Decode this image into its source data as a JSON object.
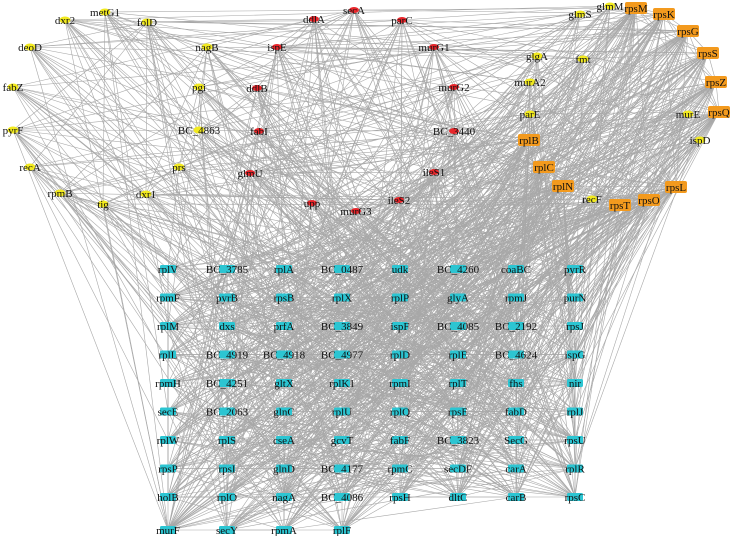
{
  "colors": {
    "yellow": "#f2ea1f",
    "red": "#e8252a",
    "orange": "#f39a1e",
    "cyan": "#2cc5d2",
    "edge": "#a8a8a8"
  },
  "nodes": [
    {
      "id": "dxr2",
      "color": "yellow"
    },
    {
      "id": "metG1",
      "color": "yellow"
    },
    {
      "id": "folD",
      "color": "yellow"
    },
    {
      "id": "deoD",
      "color": "yellow"
    },
    {
      "id": "nagB",
      "color": "yellow"
    },
    {
      "id": "fabZ",
      "color": "yellow"
    },
    {
      "id": "pgi",
      "color": "yellow"
    },
    {
      "id": "pyrF",
      "color": "yellow"
    },
    {
      "id": "BC_4863",
      "color": "yellow"
    },
    {
      "id": "recA",
      "color": "yellow"
    },
    {
      "id": "prs",
      "color": "yellow"
    },
    {
      "id": "rpmB",
      "color": "yellow"
    },
    {
      "id": "tig",
      "color": "yellow"
    },
    {
      "id": "dxr1",
      "color": "yellow"
    },
    {
      "id": "glmS",
      "color": "yellow"
    },
    {
      "id": "glmM",
      "color": "yellow"
    },
    {
      "id": "fmt",
      "color": "yellow"
    },
    {
      "id": "glgA",
      "color": "yellow"
    },
    {
      "id": "murA2",
      "color": "yellow"
    },
    {
      "id": "parE",
      "color": "yellow"
    },
    {
      "id": "murE",
      "color": "yellow"
    },
    {
      "id": "ispD",
      "color": "yellow"
    },
    {
      "id": "recF",
      "color": "yellow"
    },
    {
      "id": "ddlA",
      "color": "red"
    },
    {
      "id": "secA",
      "color": "red"
    },
    {
      "id": "parC",
      "color": "red"
    },
    {
      "id": "ispE",
      "color": "red"
    },
    {
      "id": "murG1",
      "color": "red"
    },
    {
      "id": "ddlB",
      "color": "red"
    },
    {
      "id": "murG2",
      "color": "red"
    },
    {
      "id": "fabI",
      "color": "red"
    },
    {
      "id": "BC_3440",
      "color": "red"
    },
    {
      "id": "glmU",
      "color": "red"
    },
    {
      "id": "ileS1",
      "color": "red"
    },
    {
      "id": "upp",
      "color": "red"
    },
    {
      "id": "ileS2",
      "color": "red"
    },
    {
      "id": "murG3",
      "color": "red"
    },
    {
      "id": "rpsM",
      "color": "orange"
    },
    {
      "id": "rpsK",
      "color": "orange"
    },
    {
      "id": "rpsG",
      "color": "orange"
    },
    {
      "id": "rpsS",
      "color": "orange"
    },
    {
      "id": "rpsZ",
      "color": "orange"
    },
    {
      "id": "rpsQ",
      "color": "orange"
    },
    {
      "id": "rplB",
      "color": "orange"
    },
    {
      "id": "rplC",
      "color": "orange"
    },
    {
      "id": "rplN",
      "color": "orange"
    },
    {
      "id": "rpsL",
      "color": "orange"
    },
    {
      "id": "rpsO",
      "color": "orange"
    },
    {
      "id": "rpsT",
      "color": "orange"
    },
    {
      "id": "rplV",
      "color": "cyan"
    },
    {
      "id": "BC_3785",
      "color": "cyan"
    },
    {
      "id": "rplA",
      "color": "cyan"
    },
    {
      "id": "BC_0487",
      "color": "cyan"
    },
    {
      "id": "udk",
      "color": "cyan"
    },
    {
      "id": "BC_4260",
      "color": "cyan"
    },
    {
      "id": "coaBC",
      "color": "cyan"
    },
    {
      "id": "pyrR",
      "color": "cyan"
    },
    {
      "id": "rpmF",
      "color": "cyan"
    },
    {
      "id": "pyrB",
      "color": "cyan"
    },
    {
      "id": "rpsB",
      "color": "cyan"
    },
    {
      "id": "rplX",
      "color": "cyan"
    },
    {
      "id": "rplP",
      "color": "cyan"
    },
    {
      "id": "glyA",
      "color": "cyan"
    },
    {
      "id": "rpmJ",
      "color": "cyan"
    },
    {
      "id": "purN",
      "color": "cyan"
    },
    {
      "id": "rplM",
      "color": "cyan"
    },
    {
      "id": "dxs",
      "color": "cyan"
    },
    {
      "id": "prfA",
      "color": "cyan"
    },
    {
      "id": "BC_3849",
      "color": "cyan"
    },
    {
      "id": "ispF",
      "color": "cyan"
    },
    {
      "id": "BC_4085",
      "color": "cyan"
    },
    {
      "id": "BC_2192",
      "color": "cyan"
    },
    {
      "id": "rpsJ",
      "color": "cyan"
    },
    {
      "id": "rplL",
      "color": "cyan"
    },
    {
      "id": "BC_4919",
      "color": "cyan"
    },
    {
      "id": "BC_4918",
      "color": "cyan"
    },
    {
      "id": "BC_4977",
      "color": "cyan"
    },
    {
      "id": "rplD",
      "color": "cyan"
    },
    {
      "id": "rplE",
      "color": "cyan"
    },
    {
      "id": "BC_4624",
      "color": "cyan"
    },
    {
      "id": "ispG",
      "color": "cyan"
    },
    {
      "id": "rpmH",
      "color": "cyan"
    },
    {
      "id": "BC_4251",
      "color": "cyan"
    },
    {
      "id": "gltX",
      "color": "cyan"
    },
    {
      "id": "rplK1",
      "color": "cyan"
    },
    {
      "id": "rpmI",
      "color": "cyan"
    },
    {
      "id": "rplT",
      "color": "cyan"
    },
    {
      "id": "fhs",
      "color": "cyan"
    },
    {
      "id": "nir",
      "color": "cyan"
    },
    {
      "id": "secE",
      "color": "cyan"
    },
    {
      "id": "BC_2063",
      "color": "cyan"
    },
    {
      "id": "glnC",
      "color": "cyan"
    },
    {
      "id": "rplU",
      "color": "cyan"
    },
    {
      "id": "rplQ",
      "color": "cyan"
    },
    {
      "id": "rpsE",
      "color": "cyan"
    },
    {
      "id": "fabD",
      "color": "cyan"
    },
    {
      "id": "rplJ",
      "color": "cyan"
    },
    {
      "id": "rplW",
      "color": "cyan"
    },
    {
      "id": "rplS",
      "color": "cyan"
    },
    {
      "id": "cseA",
      "color": "cyan"
    },
    {
      "id": "gcvT",
      "color": "cyan"
    },
    {
      "id": "fabF",
      "color": "cyan"
    },
    {
      "id": "BC_3823",
      "color": "cyan"
    },
    {
      "id": "SecG",
      "color": "cyan"
    },
    {
      "id": "rpsU",
      "color": "cyan"
    },
    {
      "id": "rpsP",
      "color": "cyan"
    },
    {
      "id": "rpsI",
      "color": "cyan"
    },
    {
      "id": "glnD",
      "color": "cyan"
    },
    {
      "id": "BC_4177",
      "color": "cyan"
    },
    {
      "id": "rpmC",
      "color": "cyan"
    },
    {
      "id": "secDF",
      "color": "cyan"
    },
    {
      "id": "carA",
      "color": "cyan"
    },
    {
      "id": "rplR",
      "color": "cyan"
    },
    {
      "id": "holB",
      "color": "cyan"
    },
    {
      "id": "rplO",
      "color": "cyan"
    },
    {
      "id": "nagA",
      "color": "cyan"
    },
    {
      "id": "BC_4086",
      "color": "cyan"
    },
    {
      "id": "rpsH",
      "color": "cyan"
    },
    {
      "id": "dltC",
      "color": "cyan"
    },
    {
      "id": "carB",
      "color": "cyan"
    },
    {
      "id": "rpsC",
      "color": "cyan"
    },
    {
      "id": "murF",
      "color": "cyan"
    },
    {
      "id": "secY",
      "color": "cyan"
    },
    {
      "id": "rpmA",
      "color": "cyan"
    },
    {
      "id": "rplF",
      "color": "cyan"
    }
  ]
}
